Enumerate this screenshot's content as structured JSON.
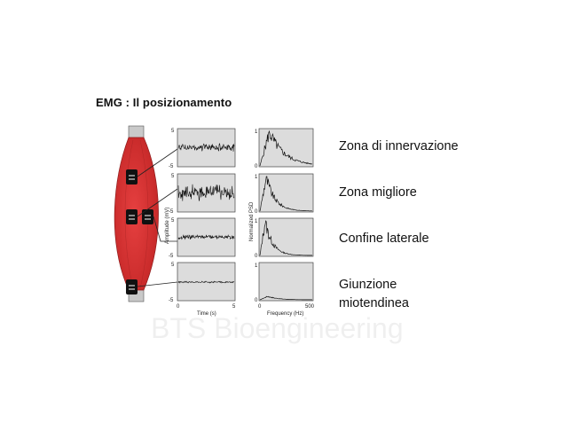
{
  "slide": {
    "title": "EMG : Il posizionamento",
    "watermark": "BTS Bioengineering"
  },
  "figure": {
    "time_axis": {
      "label": "Time (s)",
      "min": "0",
      "max": "5"
    },
    "amplitude_axis": {
      "label": "Amplitude (mV)",
      "top": "5",
      "bottom": "-5"
    },
    "frequency_axis": {
      "label": "Frequency (Hz)",
      "min": "0",
      "max": "500"
    },
    "psd_axis": {
      "label": "Normalized PSD",
      "top": "1",
      "bottom": "0"
    }
  },
  "locations": [
    {
      "label": "Zona di innervazione"
    },
    {
      "label": "Zona migliore"
    },
    {
      "label": "Confine laterale"
    },
    {
      "label": "Giunzione\nmiotendinea"
    }
  ],
  "colors": {
    "muscle": "#e03333",
    "muscle_edge": "#a51e1e",
    "tendon": "#c9c9c9",
    "panel_bg": "#dcdcdc",
    "electrode": "#111111"
  }
}
